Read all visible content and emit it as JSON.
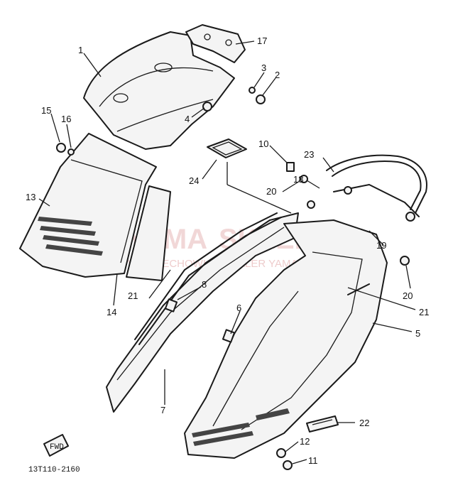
{
  "diagram": {
    "code": "13T110-2160",
    "fwd_label": "FWD",
    "callouts": [
      "1",
      "2",
      "3",
      "4",
      "5",
      "6",
      "7",
      "8",
      "10",
      "11",
      "12",
      "13",
      "14",
      "15",
      "16",
      "17",
      "18",
      "19",
      "20",
      "20",
      "21",
      "21",
      "22",
      "23",
      "24"
    ]
  },
  "watermark": {
    "title": "YAMA",
    "title_rest": "SKLEP",
    "subtitle": "WOJCIECHOWICZ DEALER YAMAHA"
  }
}
